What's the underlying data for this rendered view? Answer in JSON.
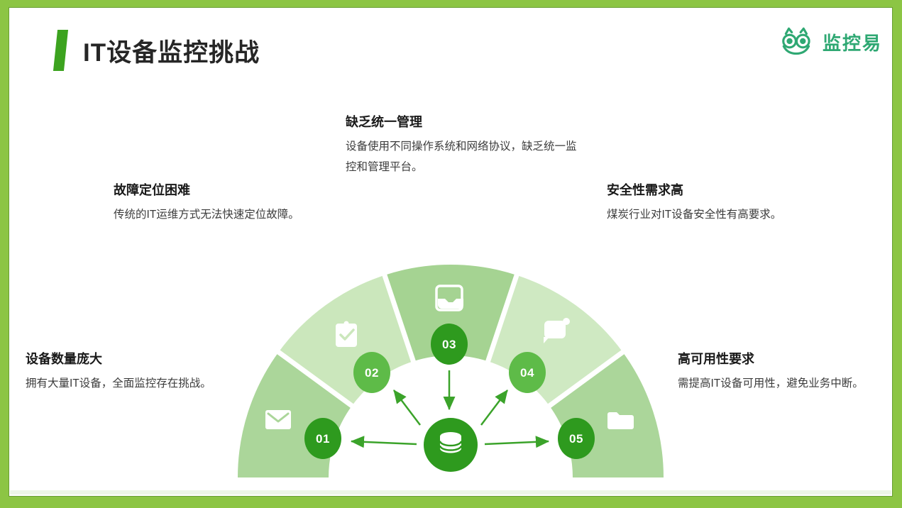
{
  "slide": {
    "title": "IT设备监控挑战",
    "logo_text": "监控易"
  },
  "colors": {
    "frame": "#8CC544",
    "accent_bar": "#3CA31F",
    "logo": "#2FA873",
    "wedge_dark": "#ABD69A",
    "wedge_mid": "#A5D392",
    "wedge_light": "#CBE7BC",
    "badge_dark": "#2E9A1E",
    "badge_light": "#5EBB48",
    "arrow": "#3BA32A",
    "center_circle": "#2E9A1E"
  },
  "challenges": [
    {
      "id": "01",
      "title": "设备数量庞大",
      "desc": "拥有大量IT设备，全面监控存在挑战。",
      "icon": "envelope-icon"
    },
    {
      "id": "02",
      "title": "故障定位困难",
      "desc": "传统的IT运维方式无法快速定位故障。",
      "icon": "clipboard-check-icon"
    },
    {
      "id": "03",
      "title": "缺乏统一管理",
      "desc": "设备使用不同操作系统和网络协议，缺乏统一监控和管理平台。",
      "icon": "inbox-tray-icon"
    },
    {
      "id": "04",
      "title": "安全性需求高",
      "desc": "煤炭行业对IT设备安全性有高要求。",
      "icon": "chat-alert-icon"
    },
    {
      "id": "05",
      "title": "高可用性要求",
      "desc": "需提高IT设备可用性，避免业务中断。",
      "icon": "folder-icon"
    }
  ],
  "diagram": {
    "center_icon": "database-icon",
    "shape": "half-donut, 5 wedges, arrows radiating from central database node"
  }
}
